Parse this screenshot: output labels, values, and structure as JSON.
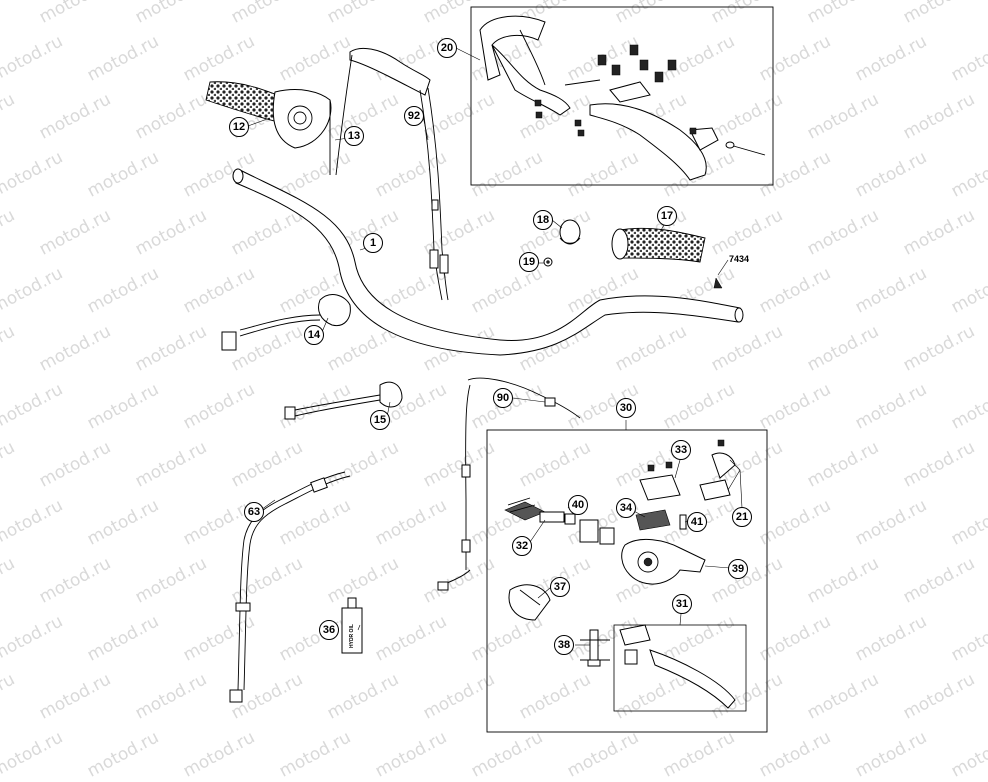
{
  "watermark": {
    "text": "motod.ru",
    "color": "#d9d9d9"
  },
  "ref_label": "7434",
  "bottle_label": "HYDR OIL",
  "callouts": [
    "12",
    "13",
    "92",
    "20",
    "1",
    "18",
    "17",
    "19",
    "14",
    "15",
    "90",
    "30",
    "33",
    "21",
    "40",
    "34",
    "41",
    "32",
    "39",
    "63",
    "37",
    "31",
    "36",
    "38"
  ]
}
